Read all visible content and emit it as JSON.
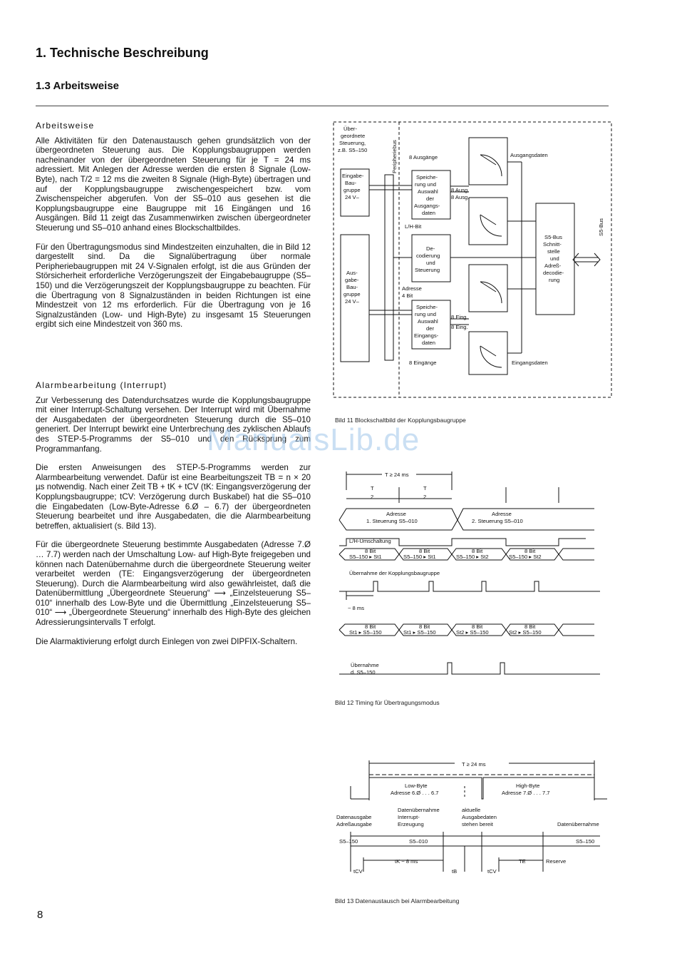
{
  "header": {
    "chapter": "1.   Technische Beschreibung",
    "section": "1.3  Arbeitsweise"
  },
  "left_column": {
    "heading1": "Arbeitsweise",
    "p1": "Alle Aktivitäten für den Datenaustausch gehen grundsätzlich von der übergeordneten Steuerung aus. Die Kopplungsbaugruppen werden nacheinander von der übergeordneten Steuerung für je T = 24 ms adressiert. Mit Anlegen der Adresse werden die ersten 8 Signale (Low-Byte), nach T/2 = 12 ms die zweiten 8 Signale (High-Byte) übertragen und auf der Kopplungsbaugruppe zwischengespeichert bzw. vom Zwischenspeicher abgerufen. Von der S5–010 aus gesehen ist die Kopplungsbaugruppe eine Baugruppe mit 16 Eingängen und 16 Ausgängen. Bild 11 zeigt das Zusammenwirken zwischen übergeordneter Steuerung und S5–010 anhand eines Blockschaltbildes.",
    "p2": "Für den Übertragungsmodus sind Mindestzeiten einzuhalten, die in Bild 12 dargestellt sind. Da die Signalübertragung über normale Peripheriebaugruppen mit 24 V-Signalen erfolgt, ist die aus Gründen der Störsicherheit erforderliche Verzögerungszeit der Eingabebaugruppe (S5–150) und die Verzögerungszeit der Kopplungsbaugruppe zu beachten. Für die Übertragung von 8 Signalzuständen in beiden Richtungen ist eine Mindestzeit von 12 ms erforderlich. Für die Übertragung von je 16 Signalzuständen (Low- und High-Byte) zu insgesamt 15 Steuerungen ergibt sich eine Mindestzeit von 360 ms.",
    "heading2": "Alarmbearbeitung (Interrupt)",
    "p3": "Zur Verbesserung des Datendurchsatzes wurde die Kopplungsbaugruppe mit einer Interrupt-Schaltung versehen. Der Interrupt wird mit Übernahme der Ausgabedaten der übergeordneten Steuerung durch die S5–010 generiert. Der Interrupt bewirkt eine Unterbrechung des zyklischen Ablaufs des STEP-5-Programms der S5–010 und den Rücksprung zum Programmanfang.",
    "p4": "Die ersten Anweisungen des STEP-5-Programms werden zur Alarmbearbeitung verwendet. Dafür ist eine Bearbeitungszeit TB = n × 20 µs notwendig. Nach einer Zeit TB + tK + tCV (tK: Eingangsverzögerung der Kopplungsbaugruppe; tCV: Verzögerung durch Buskabel) hat die S5–010 die Eingabedaten (Low-Byte-Adresse 6.Ø – 6.7) der übergeordneten Steuerung bearbeitet und ihre Ausgabedaten, die die Alarmbearbeitung betreffen, aktualisiert (s. Bild 13).",
    "p5": "Für die übergeordnete Steuerung bestimmte Ausgabedaten (Adresse 7.Ø … 7.7) werden nach der Umschaltung Low- auf High-Byte freigegeben und können nach Datenübernahme durch die übergeordnete Steuerung weiter verarbeitet werden (TE: Eingangsverzögerung der übergeordneten Steuerung). Durch die Alarmbearbeitung wird also gewährleistet, daß die Datenübermittlung „Übergeordnete Steuerung“ ⟶ „Einzelsteuerung S5–010“ innerhalb des Low-Byte und die Übermittlung „Einzelsteuerung S5–010“ ⟶ „Übergeordnete Steuerung“ innerhalb des High-Byte des gleichen Adressierungsintervalls T erfolgt.",
    "p6": "Die Alarmaktivierung erfolgt durch Einlegen von zwei DIPFIX-Schaltern."
  },
  "fig11": {
    "caption": "Bild 11   Blockschaltbild der Kopplungsbaugruppe",
    "uebergeordnete": [
      "Über-",
      "geordnete",
      "Steuerung,",
      "z.B. S5–150"
    ],
    "peripheriebus": "Peripheriebus",
    "eingabe": [
      "Eingabe-",
      "Bau-",
      "gruppe",
      "24 V–"
    ],
    "ausgabe": [
      "Aus-",
      "gabe-",
      "Bau-",
      "gruppe",
      "24 V–"
    ],
    "ausgaenge8": "8 Ausgänge",
    "speicher_out": [
      "Speiche-",
      "rung und",
      "Auswahl",
      "der",
      "Ausgangs-",
      "daten"
    ],
    "ausg1": "8 Ausg.",
    "ausg2": "8 Ausg.",
    "ausgangsdaten": "Ausgangsdaten",
    "lh_bit": "L/H-Bit",
    "decodierung": [
      "De-",
      "codierung",
      "und",
      "Steuerung"
    ],
    "adresse4": [
      "Adresse",
      "4 Bit"
    ],
    "speicher_in": [
      "Speiche-",
      "rung und",
      "Auswahl",
      "der",
      "Eingangs-",
      "daten"
    ],
    "eing1": "8 Eing.",
    "eing2": "8 Eing.",
    "eingaenge8": "8 Eingänge",
    "eingangsdaten": "Eingangsdaten",
    "s5bus_box": [
      "S5-Bus",
      "Schnitt-",
      "stelle",
      "und",
      "Adreß-",
      "decodie-",
      "rung"
    ],
    "s5bus": "S5-Bus"
  },
  "fig12": {
    "caption": "Bild 12   Timing für Übertragungsmodus",
    "period": "T ≥ 24 ms",
    "half_num": "T",
    "half_den": "2",
    "adr1": [
      "Adresse",
      "1. Steuerung S5–010"
    ],
    "adr2": [
      "Adresse",
      "2. Steuerung S5–010"
    ],
    "lh": "L/H-Umschaltung",
    "row1": [
      [
        "8 Bit",
        "S5–150 ▸ St1"
      ],
      [
        "8 Bit",
        "S5–150 ▸ St1"
      ],
      [
        "8 Bit",
        "S5–150 ▸ St2"
      ],
      [
        "8 Bit",
        "S5–150 ▸ St2"
      ]
    ],
    "uebernahme_k": "Übernahme der Kopplungsbaugruppe",
    "ms8": "~ 8 ms",
    "row2": [
      [
        "8 Bit",
        "St1 ▸ S5–150"
      ],
      [
        "8 Bit",
        "St1 ▸ S5–150"
      ],
      [
        "8 Bit",
        "St2 ▸ S5–150"
      ],
      [
        "8 Bit",
        "St2 ▸ S5–150"
      ]
    ],
    "uebernahme_s": [
      "Übernahme",
      "d. S5–150"
    ]
  },
  "fig13": {
    "caption": "Bild 13   Datenaustausch bei Alarmbearbeitung",
    "period": "T ≥ 24 ms",
    "low": [
      "Low-Byte",
      "Adresse 6.Ø . . . 6.7"
    ],
    "high": [
      "High-Byte",
      "Adresse 7.Ø . . . 7.7"
    ],
    "l1": [
      "Datenausgabe",
      "Adreßausgabe"
    ],
    "l2": [
      "Datenübernahme",
      "Interrupt-",
      "Erzeugung"
    ],
    "l3": [
      "aktuelle",
      "Ausgabedaten",
      "stehen bereit"
    ],
    "l4": "Datenübernahme",
    "s1": "S5–150",
    "s2": "S5–010",
    "s3": "S5–150",
    "tk": "tK ~ 8 ms",
    "tcv": "tCV",
    "tb": "tB",
    "te": "TE",
    "reserve": "Reserve"
  },
  "watermark": "ManualsLib.de",
  "page_number": "8"
}
